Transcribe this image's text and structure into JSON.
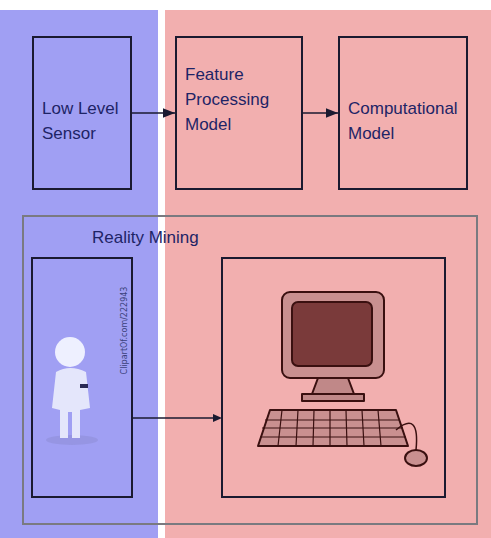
{
  "diagram": {
    "nodes": [
      {
        "text": [
          "Low Level Sensor"
        ]
      },
      {
        "text": [
          "Feature Processing Model"
        ]
      },
      {
        "text": [
          "Computational Model"
        ]
      },
      {
        "text": [
          "Reality Mining"
        ]
      }
    ],
    "edges": [
      {
        "from": 0,
        "to": 1,
        "arrow": "to"
      },
      {
        "from": 1,
        "to": 2,
        "arrow": "to"
      }
    ],
    "labels": [
      "ClipartOf.com/222943"
    ]
  }
}
